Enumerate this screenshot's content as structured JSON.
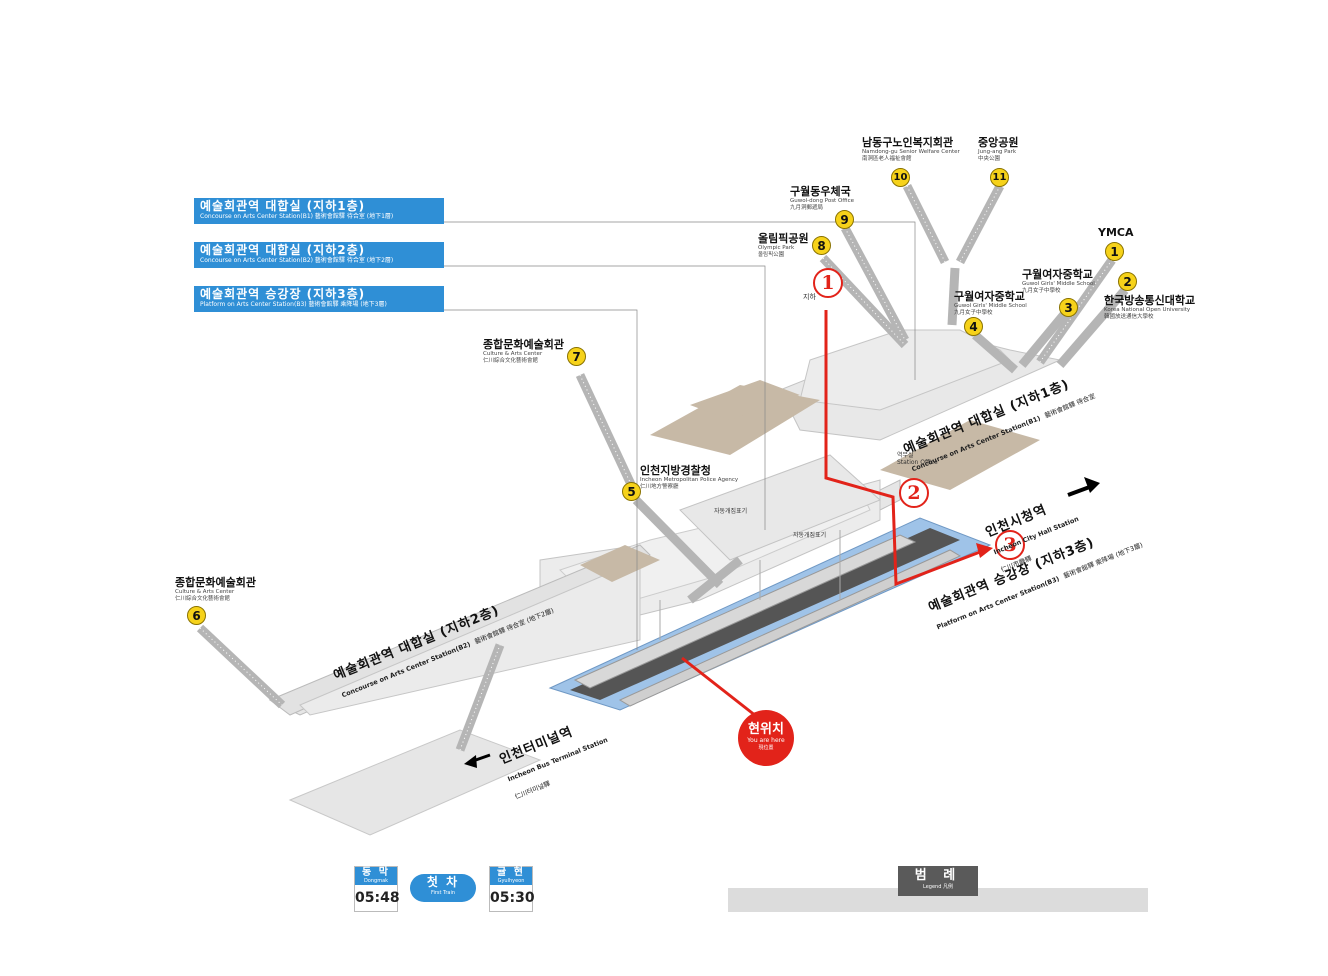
{
  "levels": [
    {
      "title_ko": "예술회관역 대합실 (지하1층)",
      "title_en": "Concourse on Arts Center Station(B1)   藝術會館驛 待合室 (地下1層)"
    },
    {
      "title_ko": "예술회관역 대합실 (지하2층)",
      "title_en": "Concourse on Arts Center Station(B2)   藝術會館驛 待合室 (地下2層)"
    },
    {
      "title_ko": "예술회관역 승강장 (지하3층)",
      "title_en": "Platform on Arts Center Station(B3)   藝術會館驛 乘降場 (地下3層)"
    }
  ],
  "exits": [
    {
      "num": "1",
      "ko": "YMCA",
      "en": "",
      "cn": ""
    },
    {
      "num": "2",
      "ko": "한국방송통신대학교",
      "en": "Korea National Open University",
      "cn": "韓國放送通信大學校"
    },
    {
      "num": "3",
      "ko": "구월여자중학교",
      "en": "Guwol Girls' Middle School",
      "cn": "九月女子中學校"
    },
    {
      "num": "4",
      "ko": "구월여자중학교",
      "en": "Guwol Girls' Middle School",
      "cn": "九月女子中學校"
    },
    {
      "num": "5",
      "ko": "인천지방경찰청",
      "en": "Incheon Metropolitan Police Agency",
      "cn": "仁川地方警察廳"
    },
    {
      "num": "6",
      "ko": "종합문화예술회관",
      "en": "Culture & Arts Center",
      "cn": "仁川綜合文化藝術會館"
    },
    {
      "num": "7",
      "ko": "종합문화예술회관",
      "en": "Culture & Arts Center",
      "cn": "仁川綜合文化藝術會館"
    },
    {
      "num": "8",
      "ko": "올림픽공원",
      "en": "Olympic Park",
      "cn": "올림픽公園"
    },
    {
      "num": "9",
      "ko": "구월동우체국",
      "en": "Guwol-dong Post Office",
      "cn": "九月洞郵遞局"
    },
    {
      "num": "10",
      "ko": "남동구노인복지회관",
      "en": "Namdong-gu Senior Welfare Center",
      "cn": "南洞區老人福祉會館"
    },
    {
      "num": "11",
      "ko": "중앙공원",
      "en": "Jung-ang Park",
      "cn": "中央公園"
    }
  ],
  "route_steps": [
    "1",
    "2",
    "3"
  ],
  "floor_labels": {
    "b1": {
      "ko": "예술회관역 대합실 (지하1층)",
      "en": "Concourse on Arts Center Station(B1)",
      "cn": "藝術會館驛 待合室"
    },
    "b2": {
      "ko": "예술회관역 대합실 (지하2층)",
      "en": "Concourse on Arts Center Station(B2)",
      "cn": "藝術會館驛 待合室 (地下2層)"
    },
    "b3": {
      "ko": "예술회관역 승강장 (지하3층)",
      "en": "Platform on Arts Center Station(B3)",
      "cn": "藝術會館驛 乘降場 (地下3層)"
    }
  },
  "directions": {
    "city_hall": {
      "ko": "인천시청역",
      "en": "Incheon City Hall Station",
      "cn": "仁川市廳驛"
    },
    "bus_terminal": {
      "ko": "인천터미널역",
      "en": "Incheon Bus Terminal Station",
      "cn": "仁川터미널驛"
    }
  },
  "small_labels": {
    "ticket_office": "역무실",
    "ticket_office_en": "Station Office",
    "ticket_machine": "자동개집표기",
    "ticket_machine2": "자동개집표기",
    "small_s": "지하"
  },
  "you_are_here": {
    "ko": "현위치",
    "en": "You are here",
    "cn": "現位置"
  },
  "first_train": {
    "label_ko": "첫 차",
    "label_en": "First Train",
    "left": {
      "name_ko": "동 막",
      "name_en": "Dongmak",
      "time": "05:48"
    },
    "right": {
      "name_ko": "귤 현",
      "name_en": "Gyulhyeon",
      "time": "05:30"
    }
  },
  "legend": {
    "ko": "범 례",
    "en": "Legend",
    "cn": "凡例"
  },
  "colors": {
    "level_bar": "#2f8fd6",
    "route": "#e2231a",
    "exit_badge": "#f6d21a",
    "floor": "#e6e6e6",
    "tan": "#c7b9a6",
    "platform": "#8fb8e2"
  }
}
